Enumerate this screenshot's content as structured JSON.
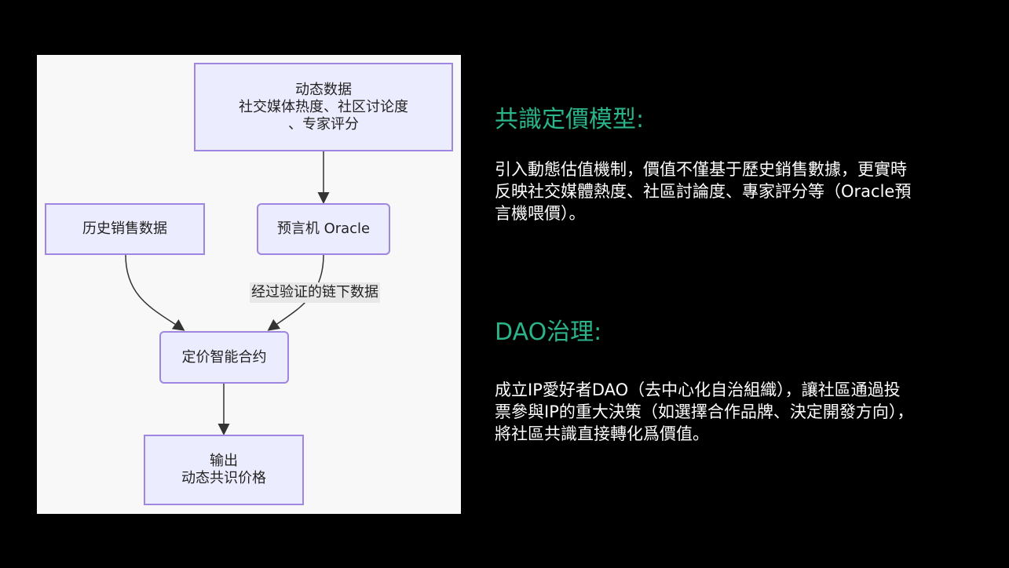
{
  "diagram": {
    "nodes": {
      "dynamic_data": [
        "动态数据",
        "社交媒体热度、社区讨论度",
        "、专家评分"
      ],
      "historical_sales": "历史销售数据",
      "oracle": "预言机 Oracle",
      "pricing_contract": "定价智能合约",
      "output": [
        "输出",
        "动态共识价格"
      ]
    },
    "edge_label": "经过验证的链下数据"
  },
  "sections": [
    {
      "heading": "共識定價模型:",
      "lines": [
        "引入動態估值機制，價值不僅基于歷史銷售數據，更實時",
        "反映社交媒體熱度、社區討論度、專家評分等（Oracle預",
        "言機喂價）。"
      ]
    },
    {
      "heading": "DAO治理:",
      "lines": [
        "成立IP愛好者DAO（去中心化自治組織），讓社區通過投",
        "票參與IP的重大決策（如選擇合作品牌、決定開發方向），",
        "將社區共識直接轉化爲價值。"
      ]
    }
  ],
  "colors": {
    "heading": "#2bb38a",
    "node_fill": "#ececff",
    "node_border": "#9f86e0"
  }
}
